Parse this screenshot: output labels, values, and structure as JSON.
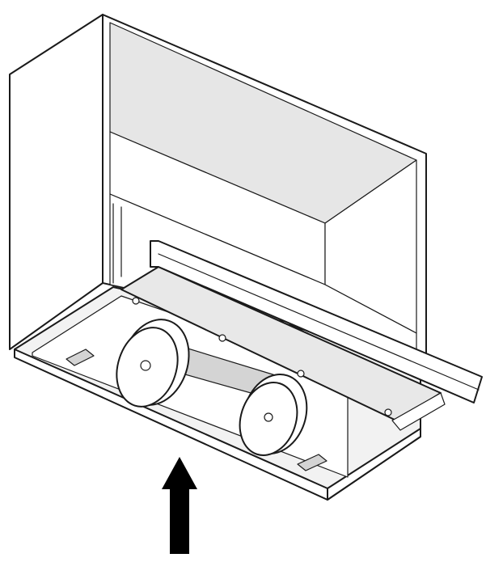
{
  "diagram": {
    "colors": {
      "outline": "#1a1a1a",
      "cabinet_face": "#ffffff",
      "cabinet_interior": "#e6e6e6",
      "cabinet_shadow": "#d4d4d4",
      "hood_panel": "#e8e8e8",
      "hood_tray": "#f2f2f2",
      "fan": "#ffffff",
      "arrow": "#000000"
    },
    "components": {
      "cabinet": "wall-cabinet",
      "hood": "slide-out-range-hood",
      "fans": 2,
      "arrow_direction": "up"
    }
  }
}
